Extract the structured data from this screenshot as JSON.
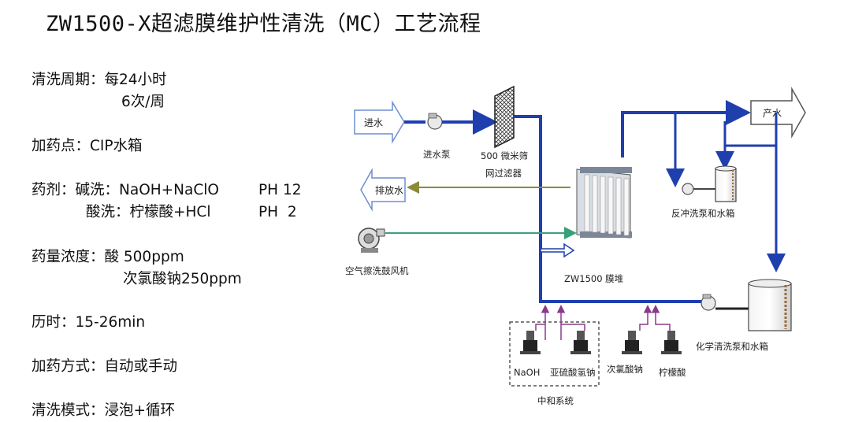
{
  "title": "ZW1500-X超滤膜维护性清洗（MC）工艺流程",
  "params": {
    "cycle_label": "清洗周期：",
    "cycle_value1": "每24小时",
    "cycle_value2": "6次/周",
    "dosing_point_label": "加药点：",
    "dosing_point_value": "CIP水箱",
    "chem_label": "药剂：",
    "alkali_label": "碱洗：",
    "alkali_value": "NaOH+NaClO",
    "alkali_ph": "PH 12",
    "acid_label": "酸洗：",
    "acid_value": "柠檬酸+HCl",
    "acid_ph": "PH  2",
    "conc_label": "药量浓度：",
    "conc_value1": "酸 500ppm",
    "conc_value2": "次氯酸钠250ppm",
    "duration_label": "历时：",
    "duration_value": "15-26min",
    "dosing_method_label": "加药方式：",
    "dosing_method_value": "自动或手动",
    "mode_label": "清洗模式：",
    "mode_value": "浸泡+循环"
  },
  "diagram": {
    "inlet_water": "进水",
    "inlet_pump": "进水泵",
    "screen_filter_line1": "500 微米筛",
    "screen_filter_line2": "网过滤器",
    "drain_water": "排放水",
    "air_blower": "空气擦洗鼓风机",
    "membrane_stack": "ZW1500 膜堆",
    "product_water": "产水",
    "backwash": "反冲洗泵和水箱",
    "chem_clean": "化学清洗泵和水箱",
    "naoh": "NaOH",
    "sodium_bisulfite": "亚硫酸氢钠",
    "hypochlorite": "次氯酸钠",
    "citric_acid": "柠檬酸",
    "neutralization": "中和系统"
  },
  "colors": {
    "main_pipe": "#1f3fae",
    "drain_line": "#8a8a3a",
    "air_line": "#3aa07a",
    "chem_line": "#8a3a8a",
    "hollow_arrow": "#1f3fae"
  }
}
